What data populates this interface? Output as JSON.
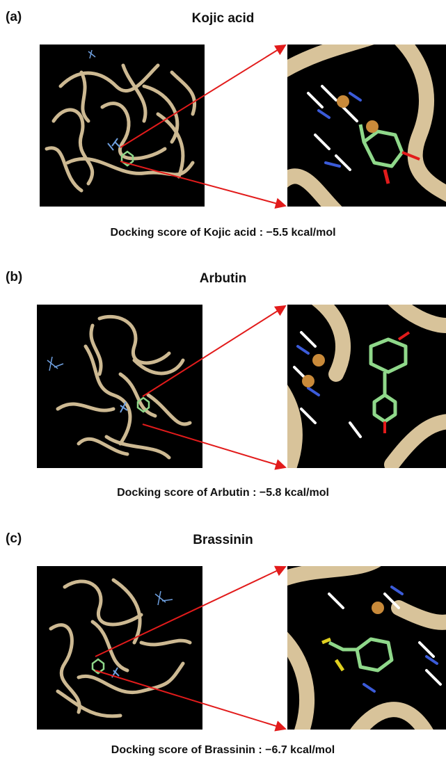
{
  "panels": [
    {
      "letter": "(a)",
      "title": "Kojic acid",
      "caption": "Docking score of Kojic acid : −5.5 kcal/mol"
    },
    {
      "letter": "(b)",
      "title": "Arbutin",
      "caption": "Docking score of Arbutin : −5.8 kcal/mol"
    },
    {
      "letter": "(c)",
      "title": "Brassinin",
      "caption": "Docking score of Brassinin : −6.7 kcal/mol"
    }
  ],
  "colors": {
    "protein_ribbon": "#d8c39a",
    "ligand": "#8fd88a",
    "copper_ion": "#c98a3a",
    "arrow": "#e21b1b",
    "background": "#000000"
  }
}
